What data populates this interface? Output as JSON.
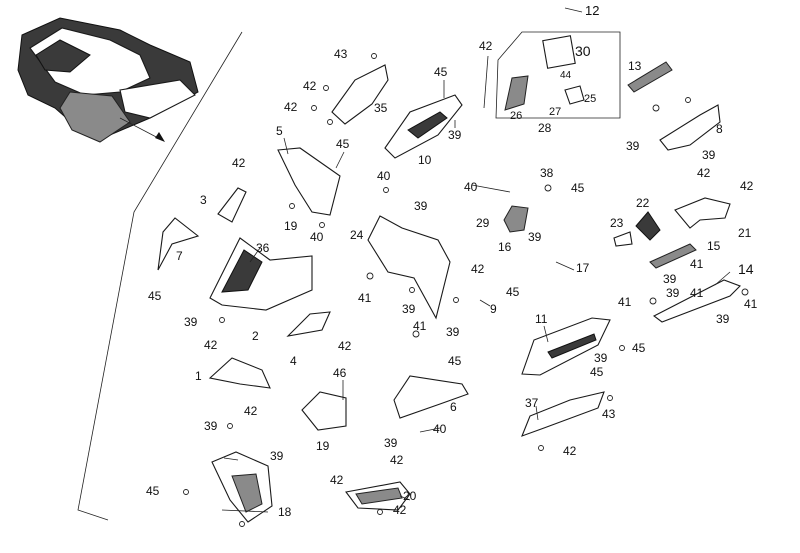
{
  "diagram": {
    "callouts": [
      {
        "id": "c12",
        "text": "12"
      },
      {
        "id": "c42a",
        "text": "42"
      },
      {
        "id": "c30",
        "text": "30"
      },
      {
        "id": "c44",
        "text": "44"
      },
      {
        "id": "c43a",
        "text": "43"
      },
      {
        "id": "c45a",
        "text": "45"
      },
      {
        "id": "c13",
        "text": "13"
      },
      {
        "id": "c42b",
        "text": "42"
      },
      {
        "id": "c25",
        "text": "25"
      },
      {
        "id": "c42c",
        "text": "42"
      },
      {
        "id": "c35",
        "text": "35"
      },
      {
        "id": "c26",
        "text": "26"
      },
      {
        "id": "c27",
        "text": "27"
      },
      {
        "id": "c28",
        "text": "28"
      },
      {
        "id": "c8",
        "text": "8"
      },
      {
        "id": "c5",
        "text": "5"
      },
      {
        "id": "c39a",
        "text": "39"
      },
      {
        "id": "c45b",
        "text": "45"
      },
      {
        "id": "c10",
        "text": "10"
      },
      {
        "id": "c39b",
        "text": "39"
      },
      {
        "id": "c39c",
        "text": "39"
      },
      {
        "id": "c42d",
        "text": "42"
      },
      {
        "id": "c38",
        "text": "38"
      },
      {
        "id": "c40a",
        "text": "40"
      },
      {
        "id": "c45c",
        "text": "45"
      },
      {
        "id": "c42e",
        "text": "42"
      },
      {
        "id": "c42f",
        "text": "42"
      },
      {
        "id": "c3",
        "text": "3"
      },
      {
        "id": "c40b",
        "text": "40"
      },
      {
        "id": "c19a",
        "text": "19"
      },
      {
        "id": "c40c",
        "text": "40"
      },
      {
        "id": "c39d",
        "text": "39"
      },
      {
        "id": "c22",
        "text": "22"
      },
      {
        "id": "c29",
        "text": "29"
      },
      {
        "id": "c39e",
        "text": "39"
      },
      {
        "id": "c24",
        "text": "24"
      },
      {
        "id": "c16",
        "text": "16"
      },
      {
        "id": "c23",
        "text": "23"
      },
      {
        "id": "c21",
        "text": "21"
      },
      {
        "id": "c36",
        "text": "36"
      },
      {
        "id": "c15",
        "text": "15"
      },
      {
        "id": "c7",
        "text": "7"
      },
      {
        "id": "c42g",
        "text": "42"
      },
      {
        "id": "c17",
        "text": "17"
      },
      {
        "id": "c41a",
        "text": "41"
      },
      {
        "id": "c14",
        "text": "14"
      },
      {
        "id": "c39f",
        "text": "39"
      },
      {
        "id": "c45d",
        "text": "45"
      },
      {
        "id": "c41b",
        "text": "41"
      },
      {
        "id": "c45e",
        "text": "45"
      },
      {
        "id": "c41c",
        "text": "41"
      },
      {
        "id": "c39g",
        "text": "39"
      },
      {
        "id": "c41d",
        "text": "41"
      },
      {
        "id": "c41e",
        "text": "41"
      },
      {
        "id": "c9",
        "text": "9"
      },
      {
        "id": "c39h",
        "text": "39"
      },
      {
        "id": "c2",
        "text": "2"
      },
      {
        "id": "c11",
        "text": "11"
      },
      {
        "id": "c39i",
        "text": "39"
      },
      {
        "id": "c39j",
        "text": "39"
      },
      {
        "id": "c41f",
        "text": "41"
      },
      {
        "id": "c42h",
        "text": "42"
      },
      {
        "id": "c4",
        "text": "4"
      },
      {
        "id": "c39k",
        "text": "39"
      },
      {
        "id": "c42i",
        "text": "42"
      },
      {
        "id": "c45f",
        "text": "45"
      },
      {
        "id": "c45g",
        "text": "45"
      },
      {
        "id": "c1",
        "text": "1"
      },
      {
        "id": "c46",
        "text": "46"
      },
      {
        "id": "c45h",
        "text": "45"
      },
      {
        "id": "c39l",
        "text": "39"
      },
      {
        "id": "c42j",
        "text": "42"
      },
      {
        "id": "c6",
        "text": "6"
      },
      {
        "id": "c37",
        "text": "37"
      },
      {
        "id": "c43b",
        "text": "43"
      },
      {
        "id": "c39m",
        "text": "39"
      },
      {
        "id": "c40d",
        "text": "40"
      },
      {
        "id": "c39n",
        "text": "39"
      },
      {
        "id": "c19b",
        "text": "19"
      },
      {
        "id": "c42k",
        "text": "42"
      },
      {
        "id": "c39o",
        "text": "39"
      },
      {
        "id": "c42l",
        "text": "42"
      },
      {
        "id": "c45i",
        "text": "45"
      },
      {
        "id": "c42m",
        "text": "42"
      },
      {
        "id": "c20",
        "text": "20"
      },
      {
        "id": "c18",
        "text": "18"
      },
      {
        "id": "c42n",
        "text": "42"
      }
    ]
  }
}
